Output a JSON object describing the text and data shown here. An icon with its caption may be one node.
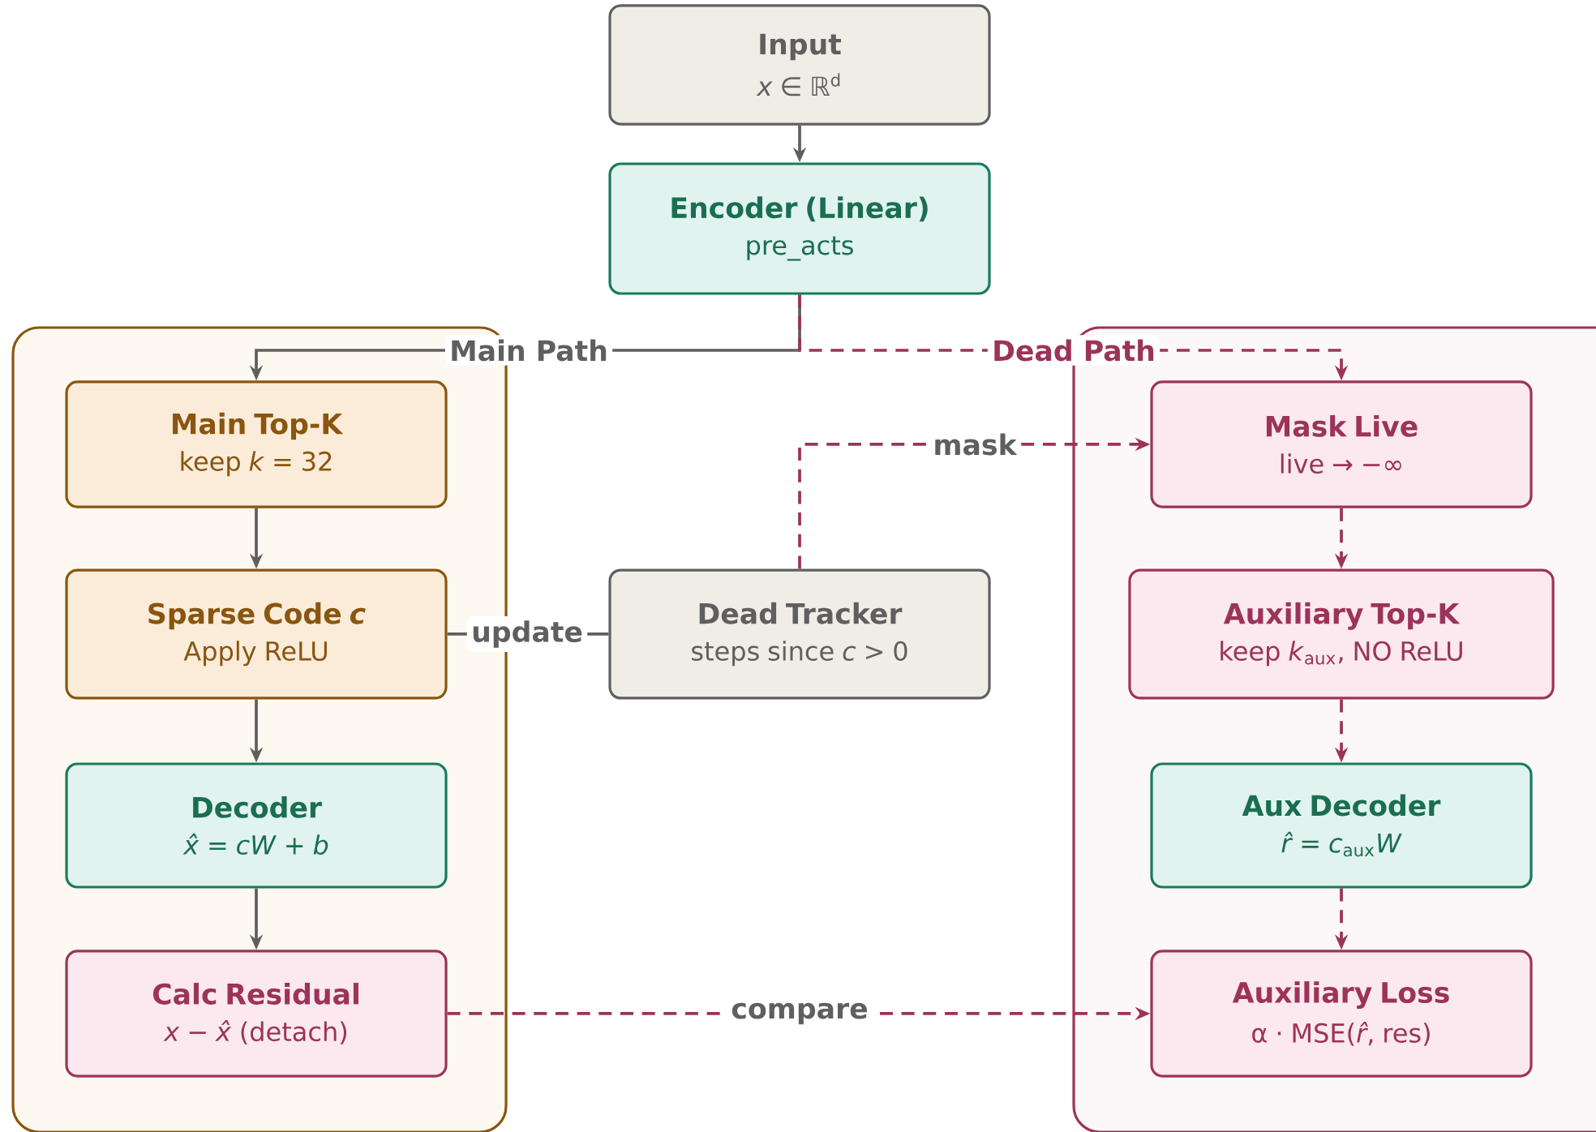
{
  "diagram": {
    "nodes": [
      {
        "text": [
          "Input",
          "*x* ∈ ℝ$^{d}$"
        ]
      },
      {
        "text": [
          "Encoder (Linear)",
          "pre_acts"
        ]
      },
      {
        "text": [],
        "shape": "box"
      },
      {
        "text": [
          "Main Top-K",
          "keep *k* = 32"
        ],
        "in": 2
      },
      {
        "text": [
          "Sparse Code *c*",
          "Apply ReLU"
        ],
        "in": 2
      },
      {
        "text": [
          "Decoder",
          "*x̂* = *cW* + *b*"
        ],
        "in": 2
      },
      {
        "text": [
          "Calc Residual",
          "*x* − *x̂* (detach)"
        ],
        "in": 2
      },
      {
        "text": [
          "Dead Tracker",
          "steps since *c* > 0"
        ]
      },
      {
        "text": [],
        "shape": "box"
      },
      {
        "text": [
          "Mask Live",
          "live → −∞"
        ],
        "in": 8
      },
      {
        "text": [
          "Auxiliary Top-K",
          "keep *k*$_{aux}$, NO ReLU"
        ],
        "in": 8
      },
      {
        "text": [
          "Aux Decoder",
          "*r̂* = *c*$_{aux}$*W*"
        ],
        "in": 8
      },
      {
        "text": [
          "Auxiliary Loss",
          "α · MSE(*r̂*, res)"
        ],
        "in": 8
      }
    ],
    "edges": [
      {
        "from": 0,
        "to": 1,
        "arrow": "to"
      },
      {
        "from": 1,
        "to": 3,
        "arrow": "to",
        "label": "Main Path"
      },
      {
        "from": 1,
        "to": 9,
        "arrow": "to",
        "label": "Dead Path",
        "style": "dashed",
        "color": "#9c3358"
      },
      {
        "from": 3,
        "to": 4,
        "arrow": "to"
      },
      {
        "from": 4,
        "to": 5,
        "arrow": "to"
      },
      {
        "from": 5,
        "to": 6,
        "arrow": "to"
      },
      {
        "from": 7,
        "to": 4,
        "arrow": "none",
        "label": "update"
      },
      {
        "from": 7,
        "to": 9,
        "arrow": "to",
        "label": "mask",
        "style": "dashed",
        "color": "#9c3358"
      },
      {
        "from": 9,
        "to": 10,
        "arrow": "to",
        "style": "dashed",
        "color": "#9c3358"
      },
      {
        "from": 10,
        "to": 11,
        "arrow": "to",
        "style": "dashed",
        "color": "#9c3358"
      },
      {
        "from": 11,
        "to": 12,
        "arrow": "to",
        "style": "dashed",
        "color": "#9c3358"
      },
      {
        "from": 6,
        "to": 12,
        "arrow": "to",
        "label": "compare",
        "style": "dashed",
        "color": "#9c3358"
      }
    ]
  }
}
